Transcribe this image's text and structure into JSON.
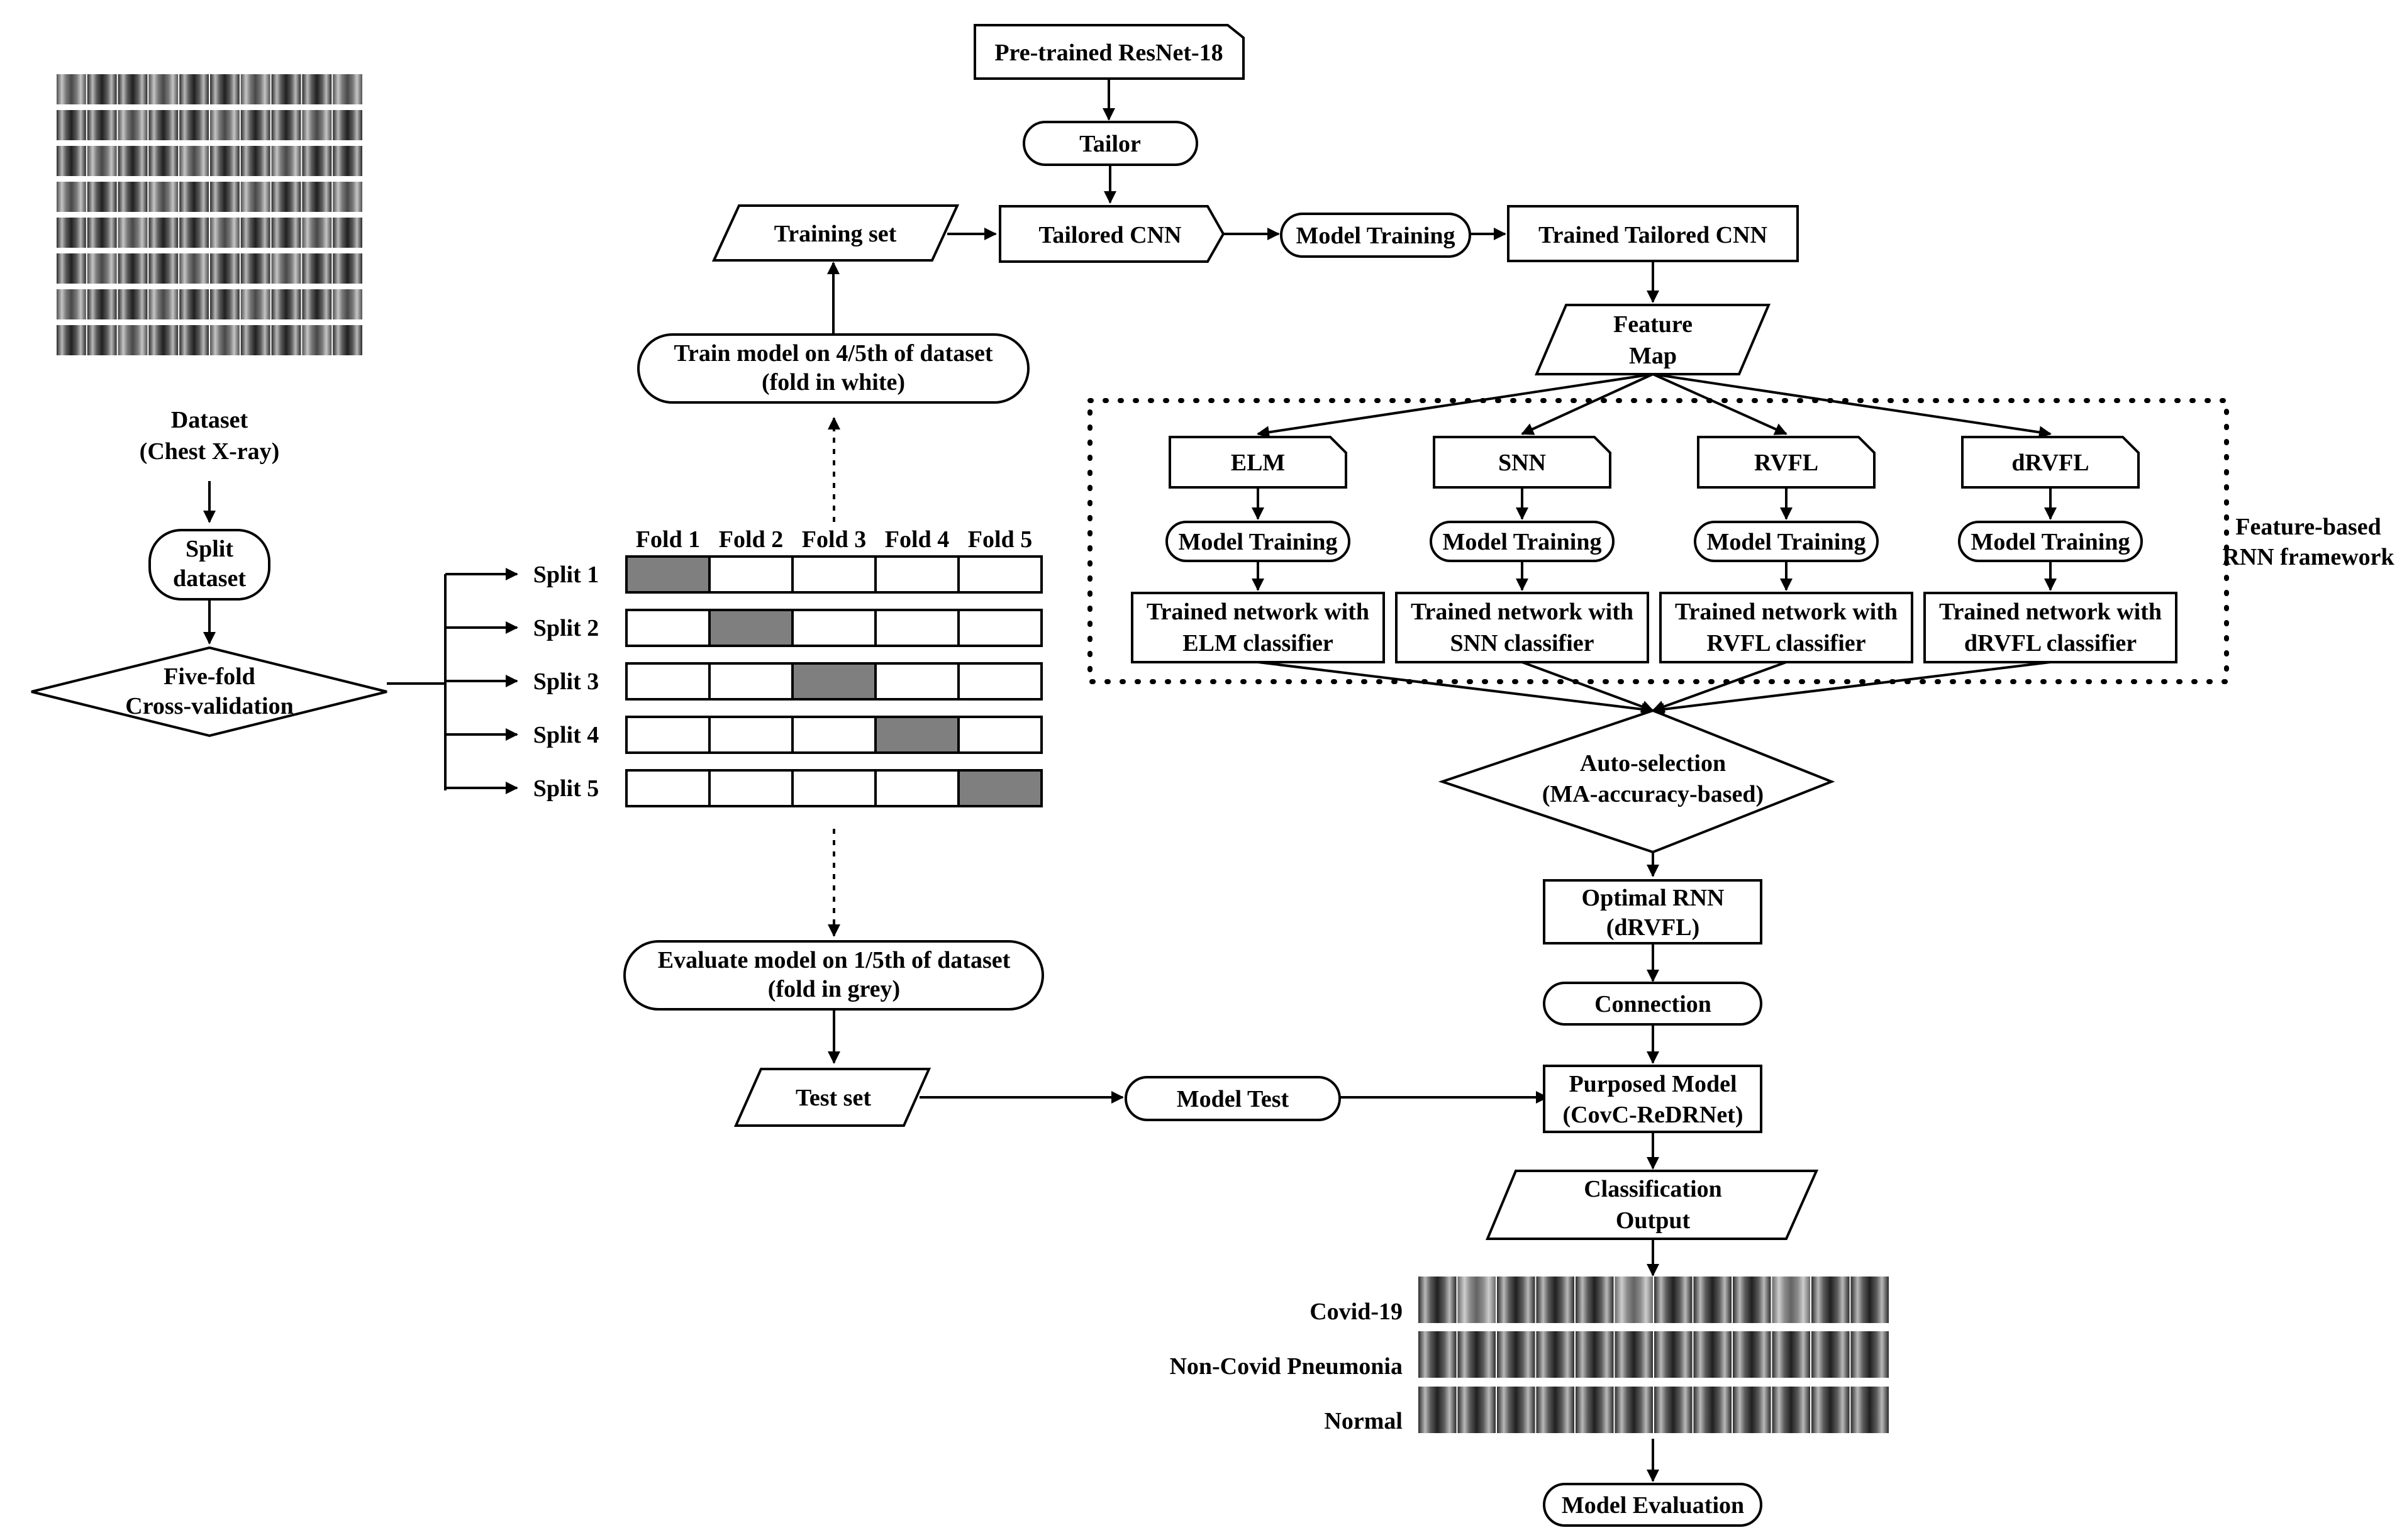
{
  "dataset": {
    "label_line1": "Dataset",
    "label_line2": "(Chest X-ray)"
  },
  "split_dataset": {
    "line1": "Split",
    "line2": "dataset"
  },
  "cross_validation": {
    "line1": "Five-fold",
    "line2": "Cross-validation"
  },
  "folds": [
    "Fold 1",
    "Fold 2",
    "Fold 3",
    "Fold 4",
    "Fold 5"
  ],
  "splits": [
    "Split 1",
    "Split 2",
    "Split 3",
    "Split 4",
    "Split 5"
  ],
  "grey_fold_for_split": [
    1,
    2,
    3,
    4,
    5
  ],
  "train_model": {
    "line1": "Train model on 4/5th  of dataset",
    "line2": "(fold in white)"
  },
  "evaluate_model": {
    "line1": "Evaluate model on 1/5th  of dataset",
    "line2": "(fold in grey)"
  },
  "training_set": "Training set",
  "test_set": "Test set",
  "model_test": "Model Test",
  "pretrained": "Pre-trained ResNet-18",
  "tailor": "Tailor",
  "tailored_cnn": "Tailored CNN",
  "model_training": "Model Training",
  "trained_tailored_cnn": "Trained Tailored CNN",
  "feature_map": {
    "line1": "Feature",
    "line2": "Map"
  },
  "framework_label": {
    "line1": "Feature-based",
    "line2": "RNN framework"
  },
  "classifiers": [
    {
      "name": "ELM",
      "training": "Model Training",
      "result_line1": "Trained network with",
      "result_line2": "ELM classifier"
    },
    {
      "name": "SNN",
      "training": "Model Training",
      "result_line1": "Trained network with",
      "result_line2": "SNN classifier"
    },
    {
      "name": "RVFL",
      "training": "Model Training",
      "result_line1": "Trained network with",
      "result_line2": "RVFL classifier"
    },
    {
      "name": "dRVFL",
      "training": "Model Training",
      "result_line1": "Trained network with",
      "result_line2": "dRVFL classifier"
    }
  ],
  "auto_selection": {
    "line1": "Auto-selection",
    "line2": "(MA-accuracy-based)"
  },
  "optimal_rnn": {
    "line1": "Optimal RNN",
    "line2": "(dRVFL)"
  },
  "connection": "Connection",
  "purposed_model": {
    "line1": "Purposed Model",
    "line2": "(CovC-ReDRNet)"
  },
  "classification_output": {
    "line1": "Classification",
    "line2": "Output"
  },
  "output_classes": [
    "Covid-19",
    "Non-Covid Pneumonia",
    "Normal"
  ],
  "model_evaluation": "Model Evaluation",
  "colors": {
    "stroke": "#000000",
    "grey_fold": "#7f7f7f",
    "background": "#ffffff"
  }
}
